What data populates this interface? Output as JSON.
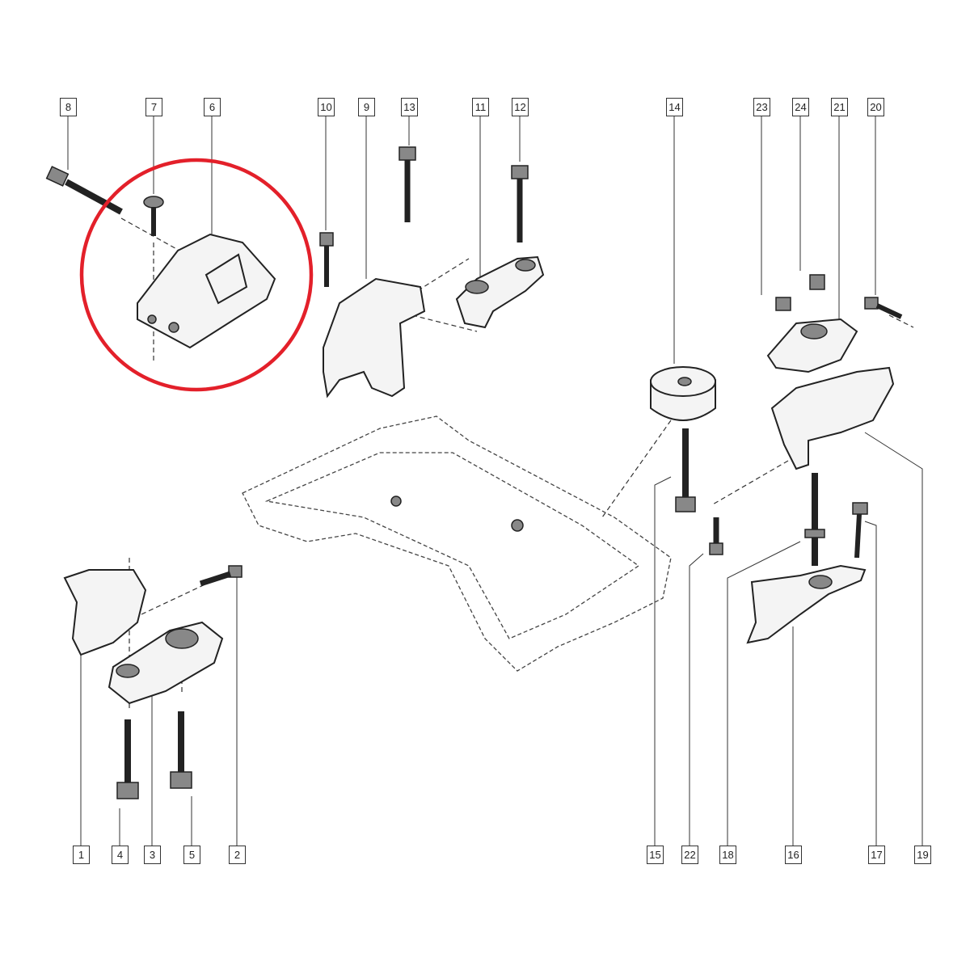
{
  "diagram": {
    "title": "Engine mount parts exploded view",
    "highlight_color": "#e3202a",
    "highlighted_part": "6",
    "callouts_top": [
      "8",
      "7",
      "6",
      "10",
      "9",
      "13",
      "11",
      "12",
      "14",
      "23",
      "24",
      "21",
      "20"
    ],
    "callouts_bottom": [
      "1",
      "4",
      "3",
      "5",
      "2",
      "15",
      "22",
      "18",
      "16",
      "17",
      "19"
    ]
  }
}
